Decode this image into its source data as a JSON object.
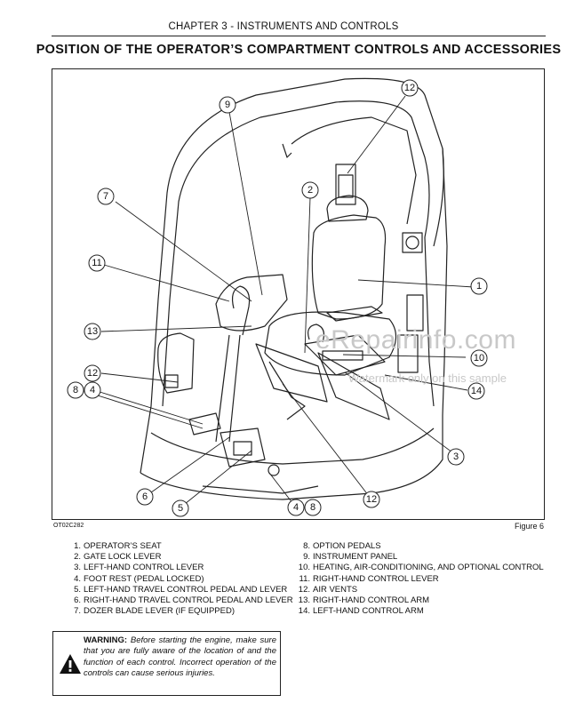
{
  "header": {
    "chapter": "CHAPTER 3 - INSTRUMENTS AND CONTROLS",
    "title": "POSITION OF THE OPERATOR’S COMPARTMENT CONTROLS AND ACCESSORIES"
  },
  "figure": {
    "code": "OT02C282",
    "label": "Figure 6",
    "watermark": "eRepairinfo.com",
    "watermark_sub": "Watermark only on this sample",
    "callouts": [
      "9",
      "12",
      "7",
      "2",
      "11",
      "1",
      "13",
      "10",
      "12",
      "14",
      "8",
      "4",
      "3",
      "6",
      "5",
      "4",
      "8",
      "12"
    ]
  },
  "legend": {
    "left": [
      {
        "num": "1.",
        "text": "OPERATOR’S SEAT"
      },
      {
        "num": "2.",
        "text": "GATE LOCK LEVER"
      },
      {
        "num": "3.",
        "text": "LEFT-HAND CONTROL LEVER"
      },
      {
        "num": "4.",
        "text": "FOOT REST (PEDAL LOCKED)"
      },
      {
        "num": "5.",
        "text": "LEFT-HAND TRAVEL CONTROL PEDAL AND LEVER"
      },
      {
        "num": "6.",
        "text": "RIGHT-HAND TRAVEL CONTROL PEDAL AND LEVER"
      },
      {
        "num": "7.",
        "text": "DOZER BLADE LEVER (IF EQUIPPED)"
      }
    ],
    "right": [
      {
        "num": "8.",
        "text": "OPTION PEDALS"
      },
      {
        "num": "9.",
        "text": "INSTRUMENT PANEL"
      },
      {
        "num": "10.",
        "text": "HEATING, AIR-CONDITIONING, AND OPTIONAL CONTROL"
      },
      {
        "num": "11.",
        "text": "RIGHT-HAND CONTROL LEVER"
      },
      {
        "num": "12.",
        "text": "AIR VENTS"
      },
      {
        "num": "13.",
        "text": "RIGHT-HAND CONTROL ARM"
      },
      {
        "num": "14.",
        "text": "LEFT-HAND CONTROL ARM"
      }
    ]
  },
  "warning": {
    "label": "WARNING:",
    "text": "Before starting the engine, make sure that you are fully aware of the location of and the function of each control. Incorrect operation of the controls can cause serious injuries."
  }
}
